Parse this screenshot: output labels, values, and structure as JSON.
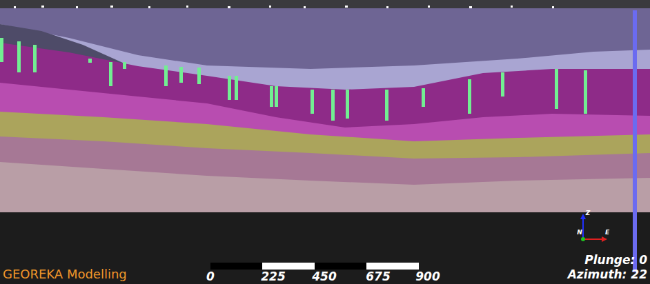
{
  "diagram": {
    "labels": [
      "GEOREKA Modelling",
      "0",
      "225",
      "450",
      "675",
      "900",
      "Z",
      "N",
      "E",
      "Plunge: 0",
      "Azimuth: 22"
    ]
  }
}
